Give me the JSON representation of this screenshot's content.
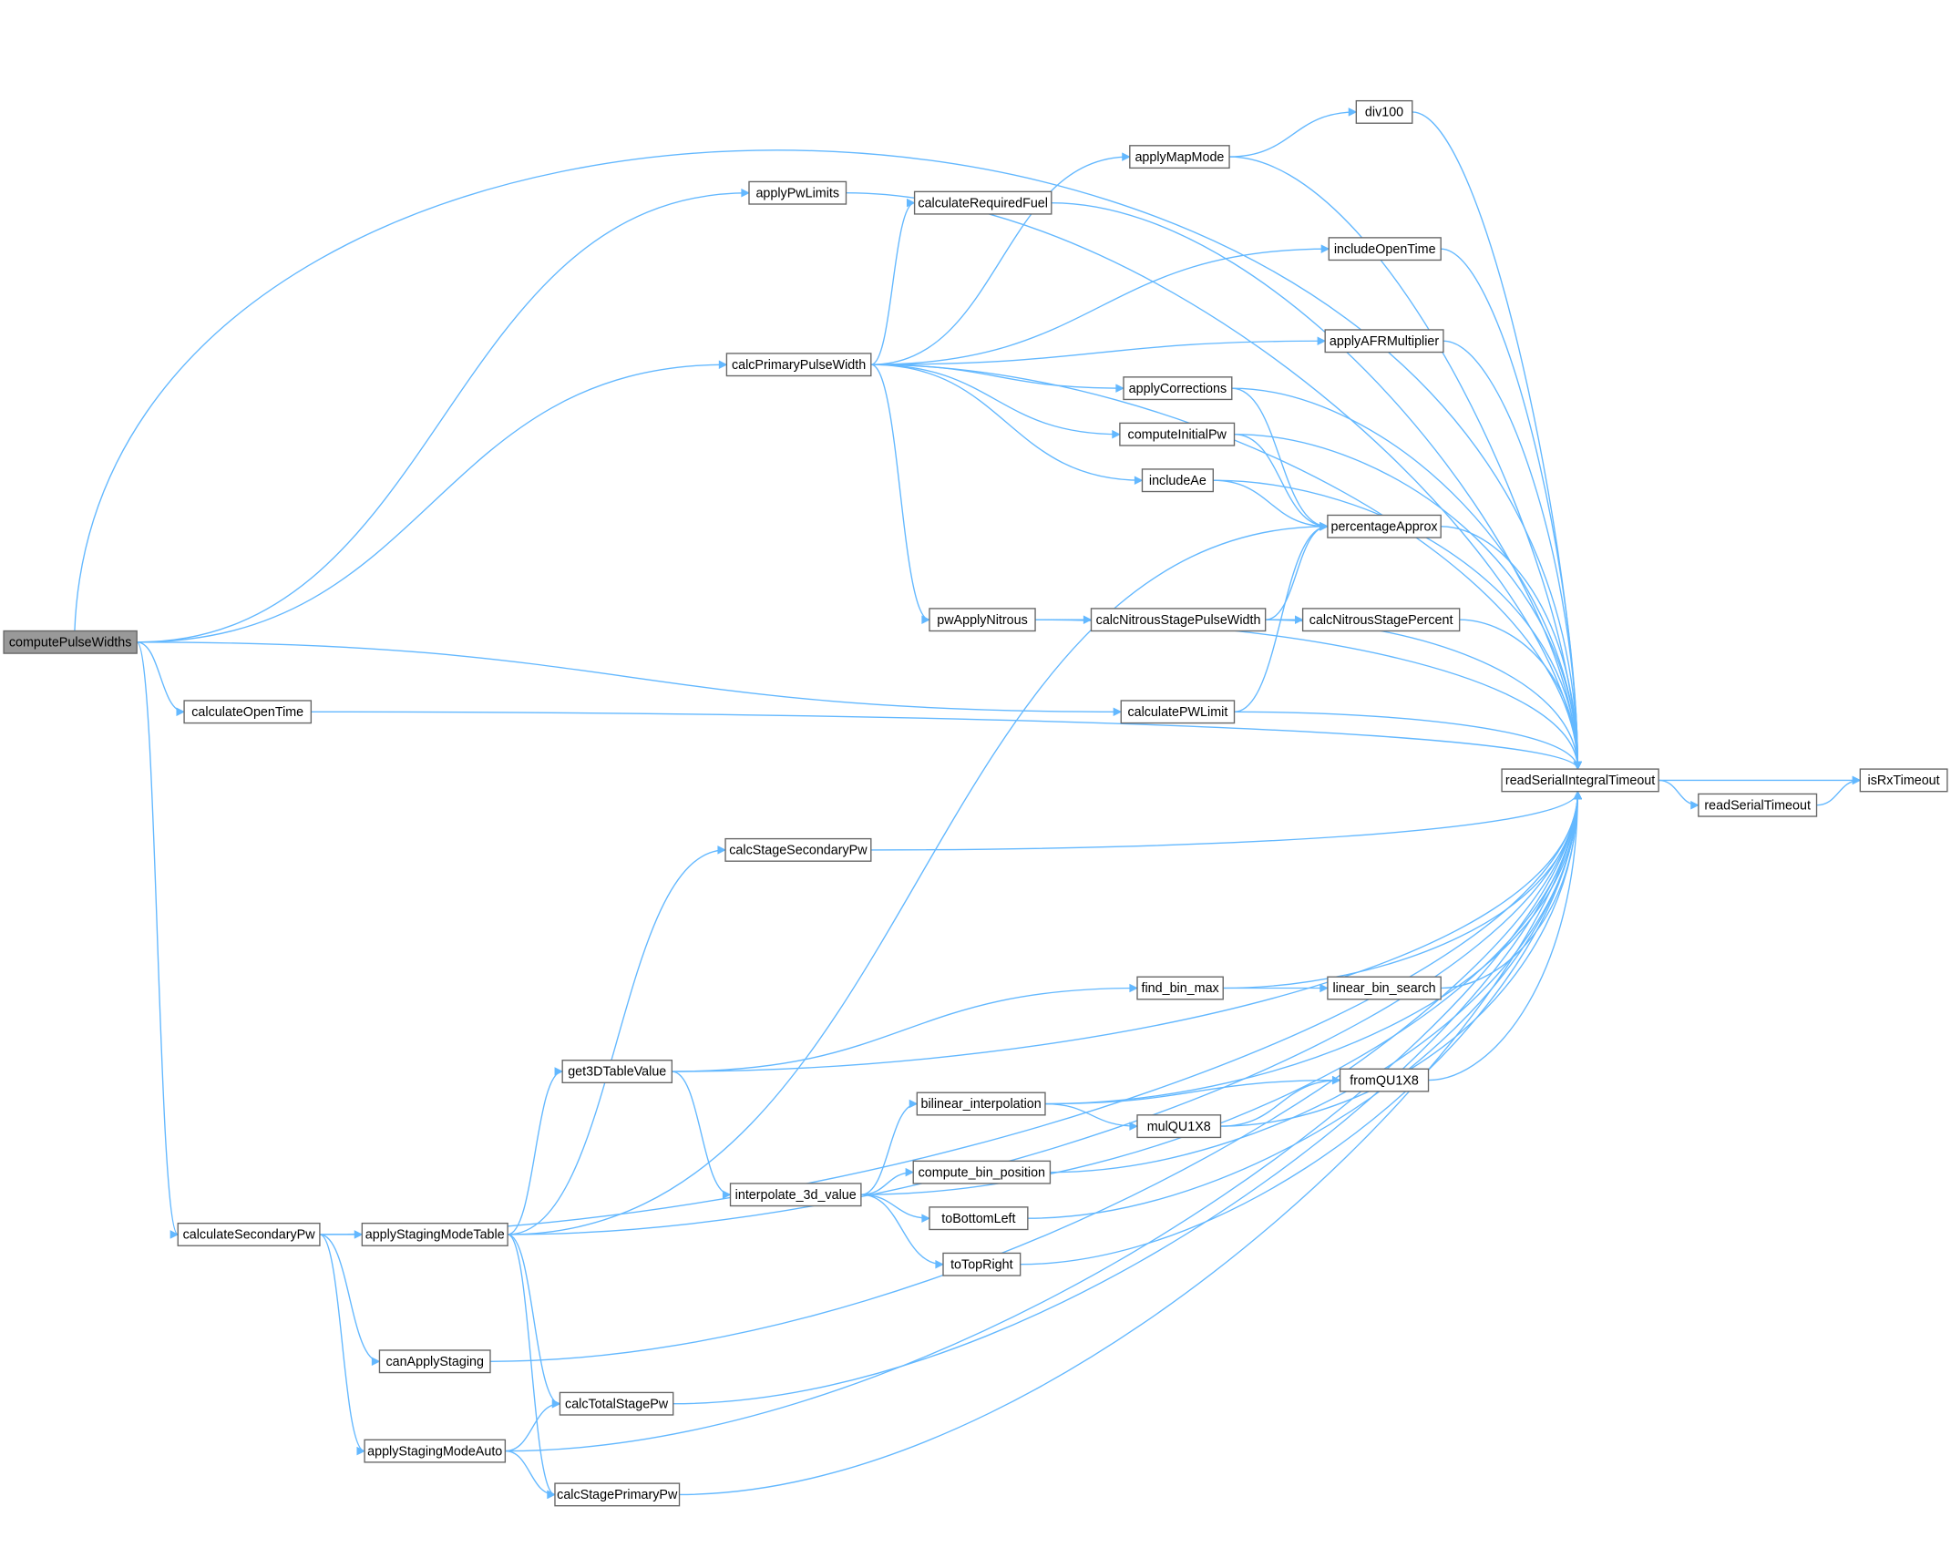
{
  "colors": {
    "edge": "#63b8ff",
    "root_fill": "#999999",
    "node_border": "#666666"
  },
  "root": "computePulseWidths",
  "nodes": [
    "computePulseWidths",
    "applyPwLimits",
    "calcPrimaryPulseWidth",
    "calculateOpenTime",
    "calculateSecondaryPw",
    "applyMapMode",
    "div100",
    "calculateRequiredFuel",
    "includeOpenTime",
    "applyAFRMultiplier",
    "applyCorrections",
    "computeInitialPw",
    "includeAe",
    "percentageApprox",
    "pwApplyNitrous",
    "calcNitrousStagePulseWidth",
    "calcNitrousStagePercent",
    "calculatePWLimit",
    "readSerialIntegralTimeout",
    "readSerialTimeout",
    "isRxTimeout",
    "calcStageSecondaryPw",
    "find_bin_max",
    "linear_bin_search",
    "get3DTableValue",
    "bilinear_interpolation",
    "fromQU1X8",
    "mulQU1X8",
    "compute_bin_position",
    "interpolate_3d_value",
    "toBottomLeft",
    "toTopRight",
    "applyStagingModeTable",
    "canApplyStaging",
    "calcTotalStagePw",
    "applyStagingModeAuto",
    "calcStagePrimaryPw"
  ],
  "edges": [
    [
      "computePulseWidths",
      "applyPwLimits"
    ],
    [
      "computePulseWidths",
      "calcPrimaryPulseWidth"
    ],
    [
      "computePulseWidths",
      "calculateOpenTime"
    ],
    [
      "computePulseWidths",
      "calculatePWLimit"
    ],
    [
      "computePulseWidths",
      "calculateSecondaryPw"
    ],
    [
      "computePulseWidths",
      "readSerialIntegralTimeout"
    ],
    [
      "applyPwLimits",
      "readSerialIntegralTimeout"
    ],
    [
      "calcPrimaryPulseWidth",
      "applyMapMode"
    ],
    [
      "calcPrimaryPulseWidth",
      "calculateRequiredFuel"
    ],
    [
      "calcPrimaryPulseWidth",
      "includeOpenTime"
    ],
    [
      "calcPrimaryPulseWidth",
      "readSerialIntegralTimeout"
    ],
    [
      "calcPrimaryPulseWidth",
      "applyAFRMultiplier"
    ],
    [
      "calcPrimaryPulseWidth",
      "applyCorrections"
    ],
    [
      "calcPrimaryPulseWidth",
      "computeInitialPw"
    ],
    [
      "calcPrimaryPulseWidth",
      "includeAe"
    ],
    [
      "calcPrimaryPulseWidth",
      "pwApplyNitrous"
    ],
    [
      "applyMapMode",
      "div100"
    ],
    [
      "applyMapMode",
      "readSerialIntegralTimeout"
    ],
    [
      "div100",
      "readSerialIntegralTimeout"
    ],
    [
      "calculateRequiredFuel",
      "readSerialIntegralTimeout"
    ],
    [
      "includeOpenTime",
      "readSerialIntegralTimeout"
    ],
    [
      "applyAFRMultiplier",
      "readSerialIntegralTimeout"
    ],
    [
      "applyCorrections",
      "percentageApprox"
    ],
    [
      "applyCorrections",
      "readSerialIntegralTimeout"
    ],
    [
      "computeInitialPw",
      "percentageApprox"
    ],
    [
      "computeInitialPw",
      "readSerialIntegralTimeout"
    ],
    [
      "includeAe",
      "percentageApprox"
    ],
    [
      "includeAe",
      "readSerialIntegralTimeout"
    ],
    [
      "percentageApprox",
      "readSerialIntegralTimeout"
    ],
    [
      "pwApplyNitrous",
      "calcNitrousStagePulseWidth"
    ],
    [
      "pwApplyNitrous",
      "readSerialIntegralTimeout"
    ],
    [
      "calcNitrousStagePulseWidth",
      "percentageApprox"
    ],
    [
      "calcNitrousStagePulseWidth",
      "calcNitrousStagePercent"
    ],
    [
      "calcNitrousStagePulseWidth",
      "readSerialIntegralTimeout"
    ],
    [
      "calcNitrousStagePercent",
      "readSerialIntegralTimeout"
    ],
    [
      "calculatePWLimit",
      "percentageApprox"
    ],
    [
      "calculatePWLimit",
      "readSerialIntegralTimeout"
    ],
    [
      "calculateOpenTime",
      "readSerialIntegralTimeout"
    ],
    [
      "readSerialIntegralTimeout",
      "isRxTimeout"
    ],
    [
      "readSerialIntegralTimeout",
      "readSerialTimeout"
    ],
    [
      "readSerialTimeout",
      "isRxTimeout"
    ],
    [
      "calculateSecondaryPw",
      "readSerialIntegralTimeout"
    ],
    [
      "calculateSecondaryPw",
      "applyStagingModeTable"
    ],
    [
      "calculateSecondaryPw",
      "canApplyStaging"
    ],
    [
      "calculateSecondaryPw",
      "applyStagingModeAuto"
    ],
    [
      "applyStagingModeTable",
      "percentageApprox"
    ],
    [
      "applyStagingModeTable",
      "calcStageSecondaryPw"
    ],
    [
      "applyStagingModeTable",
      "get3DTableValue"
    ],
    [
      "applyStagingModeTable",
      "calcTotalStagePw"
    ],
    [
      "applyStagingModeTable",
      "calcStagePrimaryPw"
    ],
    [
      "applyStagingModeTable",
      "readSerialIntegralTimeout"
    ],
    [
      "calcStageSecondaryPw",
      "readSerialIntegralTimeout"
    ],
    [
      "get3DTableValue",
      "readSerialIntegralTimeout"
    ],
    [
      "get3DTableValue",
      "find_bin_max"
    ],
    [
      "get3DTableValue",
      "interpolate_3d_value"
    ],
    [
      "find_bin_max",
      "readSerialIntegralTimeout"
    ],
    [
      "find_bin_max",
      "linear_bin_search"
    ],
    [
      "linear_bin_search",
      "readSerialIntegralTimeout"
    ],
    [
      "interpolate_3d_value",
      "bilinear_interpolation"
    ],
    [
      "interpolate_3d_value",
      "compute_bin_position"
    ],
    [
      "interpolate_3d_value",
      "toBottomLeft"
    ],
    [
      "interpolate_3d_value",
      "toTopRight"
    ],
    [
      "interpolate_3d_value",
      "readSerialIntegralTimeout"
    ],
    [
      "bilinear_interpolation",
      "readSerialIntegralTimeout"
    ],
    [
      "bilinear_interpolation",
      "fromQU1X8"
    ],
    [
      "bilinear_interpolation",
      "mulQU1X8"
    ],
    [
      "mulQU1X8",
      "fromQU1X8"
    ],
    [
      "mulQU1X8",
      "readSerialIntegralTimeout"
    ],
    [
      "fromQU1X8",
      "readSerialIntegralTimeout"
    ],
    [
      "compute_bin_position",
      "readSerialIntegralTimeout"
    ],
    [
      "toBottomLeft",
      "readSerialIntegralTimeout"
    ],
    [
      "toTopRight",
      "readSerialIntegralTimeout"
    ],
    [
      "canApplyStaging",
      "readSerialIntegralTimeout"
    ],
    [
      "applyStagingModeAuto",
      "calcTotalStagePw"
    ],
    [
      "applyStagingModeAuto",
      "calcStagePrimaryPw"
    ],
    [
      "applyStagingModeAuto",
      "readSerialIntegralTimeout"
    ],
    [
      "calcTotalStagePw",
      "readSerialIntegralTimeout"
    ],
    [
      "calcStagePrimaryPw",
      "readSerialIntegralTimeout"
    ]
  ]
}
